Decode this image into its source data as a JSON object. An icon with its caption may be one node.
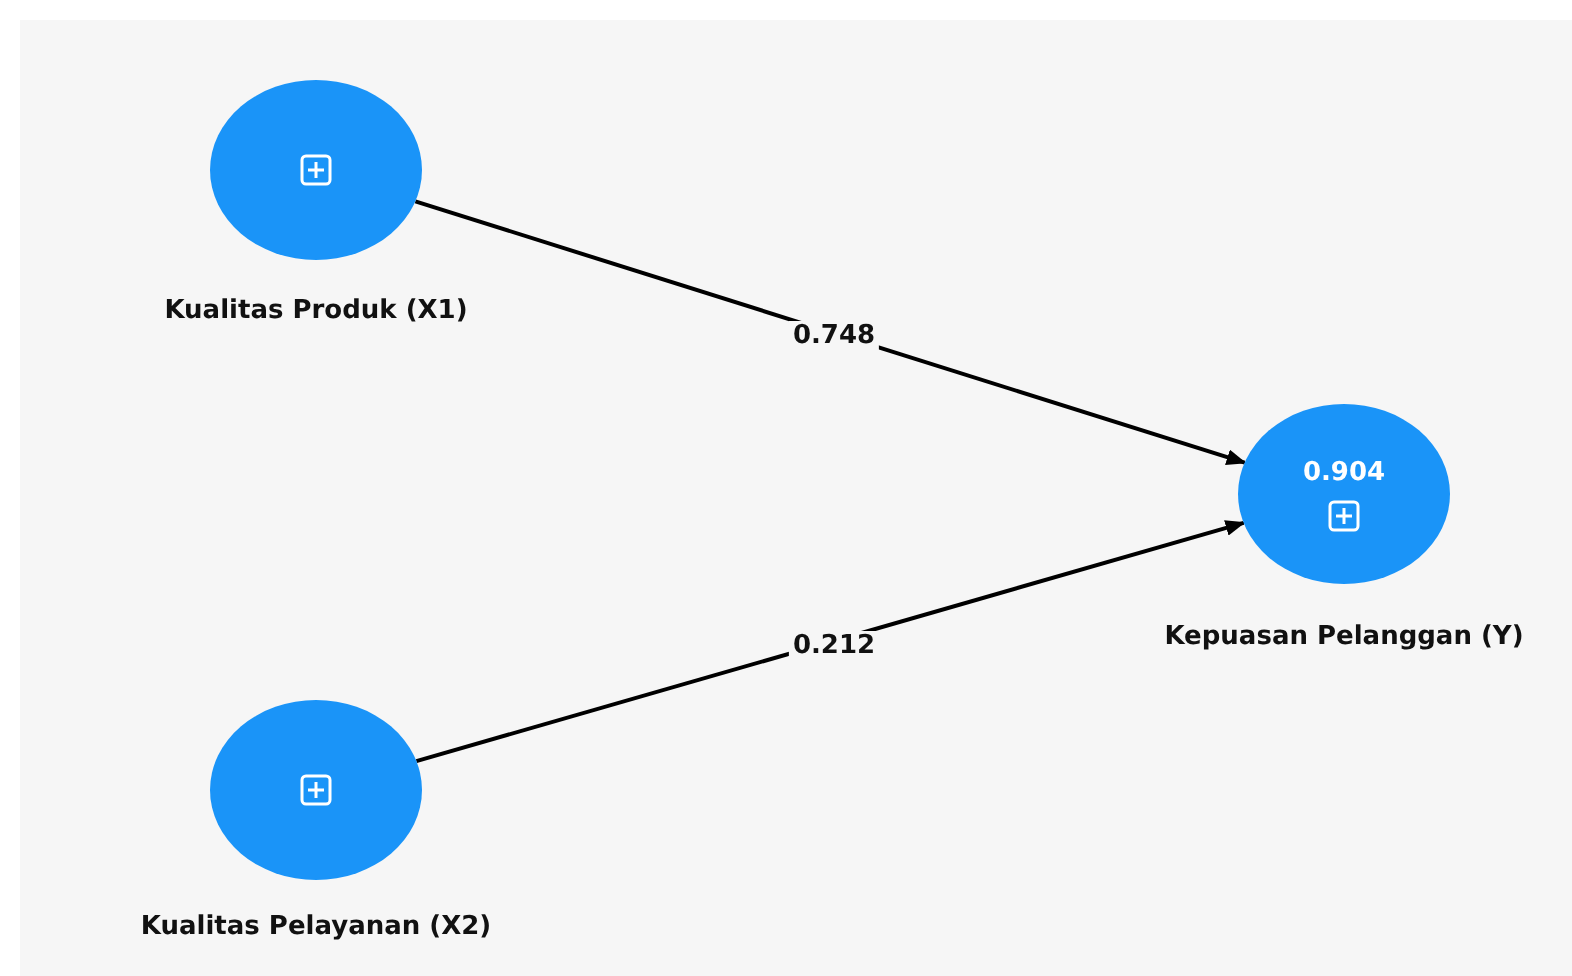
{
  "diagram": {
    "nodes": [
      {
        "text": [
          "Kualitas Produk (X1)"
        ]
      },
      {
        "text": [
          "0.904",
          "Kepuasan Pelanggan (Y)"
        ]
      },
      {
        "text": [
          "Kualitas Pelayanan (X2)"
        ]
      }
    ],
    "edges": [
      {
        "from": 0,
        "to": 1,
        "arrow": "to",
        "label": "0.748"
      },
      {
        "from": 2,
        "to": 1,
        "arrow": "to",
        "label": "0.212"
      }
    ]
  }
}
